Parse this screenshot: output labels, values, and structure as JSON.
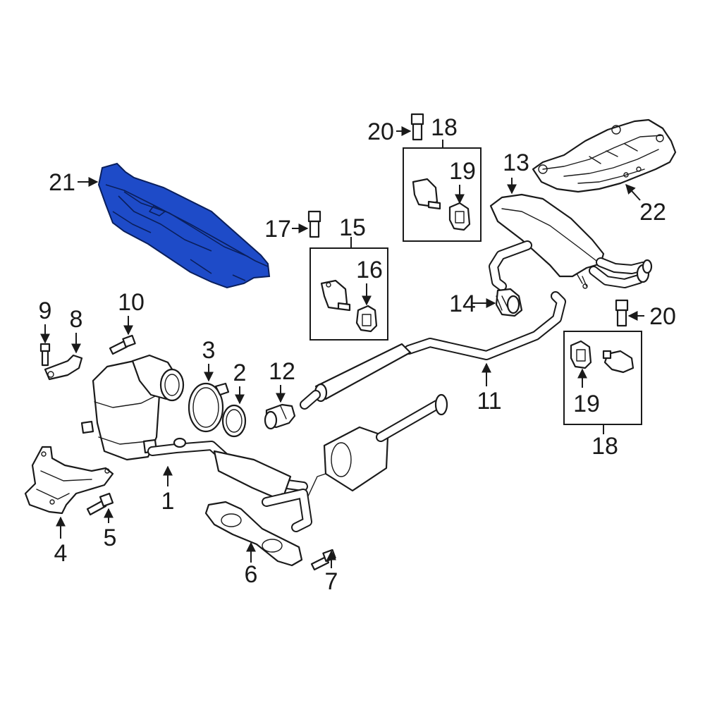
{
  "colors": {
    "highlight": "#1e4bc8",
    "line": "#1a1a1a",
    "background": "#ffffff"
  },
  "callouts": {
    "c1": "1",
    "c2": "2",
    "c3": "3",
    "c4": "4",
    "c5": "5",
    "c6": "6",
    "c7": "7",
    "c8": "8",
    "c9": "9",
    "c10": "10",
    "c11": "11",
    "c12": "12",
    "c13": "13",
    "c14": "14",
    "c15": "15",
    "c16": "16",
    "c17": "17",
    "c18a": "18",
    "c18b": "18",
    "c19a": "19",
    "c19b": "19",
    "c20a": "20",
    "c20b": "20",
    "c21": "21",
    "c22": "22"
  },
  "highlighted_part": "21"
}
